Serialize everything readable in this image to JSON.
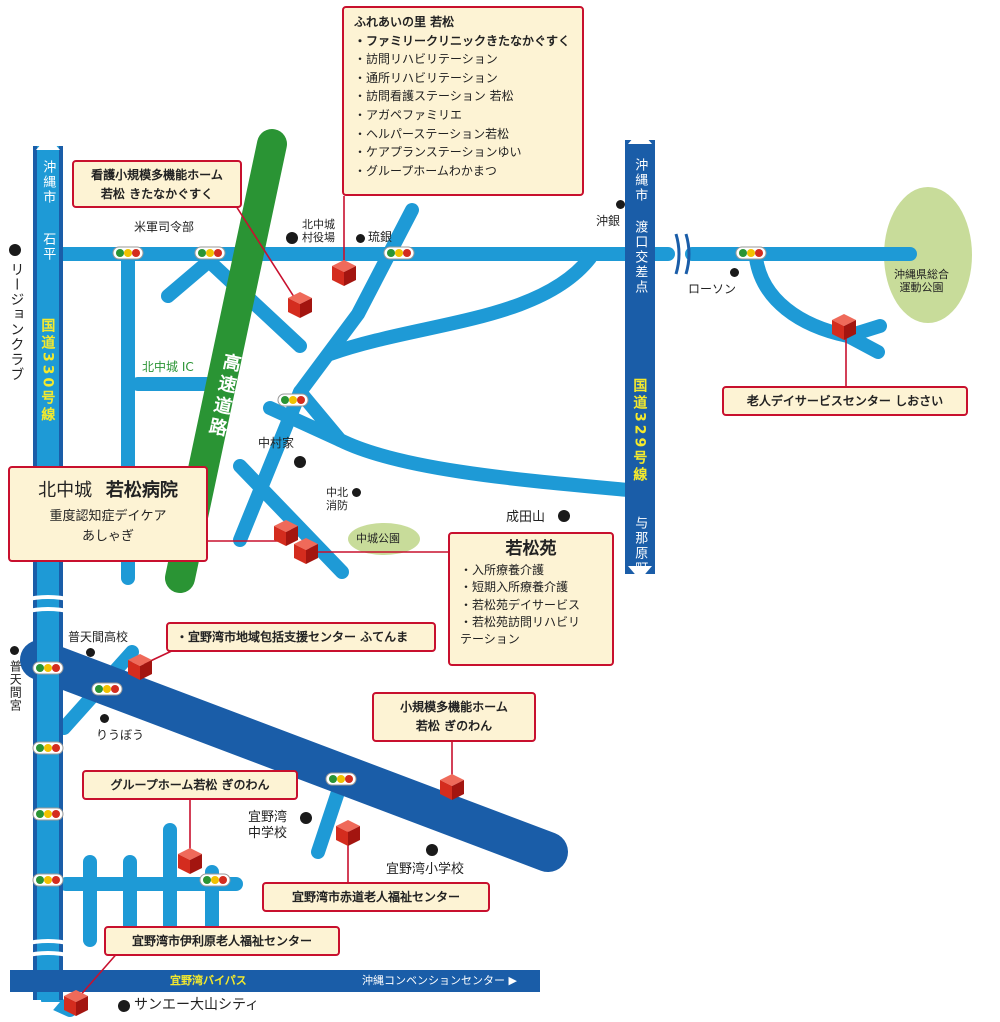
{
  "colors": {
    "road": "#1e9ad6",
    "national_road": "#1a5da8",
    "highway": "#2a9434",
    "leader": "#c8102e",
    "box_bg": "#fdf3d4",
    "box_border": "#c8102e",
    "park": "#c8dc9a",
    "building": "#d42c1e"
  },
  "roads": {
    "r330_north": "沖縄市",
    "r330_ishihira": "石平",
    "r330_name": "国道330号線",
    "r329_north": "沖縄市",
    "r329_intersection": "渡口交差点",
    "r329_name": "国道329号線",
    "r329_south": "与那原町",
    "highway": "高速道路",
    "ic": "北中城 IC",
    "bypass": "宜野湾バイパス",
    "convention": "沖縄コンベンションセンター ▶"
  },
  "landmarks": {
    "beigun": "米軍司令部",
    "village_office": "北中城\n村役場",
    "ryugin": "琉銀",
    "okigin": "沖銀",
    "lawson": "ローソン",
    "sports_park": "沖縄県総合\n運動公園",
    "nakamura": "中村家",
    "fire_station": "中北\n消防",
    "naritayama": "成田山",
    "nakagusuku_park": "中城公園",
    "region_club": "リージョンクラブ",
    "futenma_high": "普天間高校",
    "futenma_shrine": "普天間宮",
    "ryubo": "りうぼう",
    "ginowan_jhs": "宜野湾\n中学校",
    "ginowan_es": "宜野湾小学校",
    "sanei": "サンエー大山シティ"
  },
  "facilities": {
    "fureai": {
      "title": "ふれあいの里 若松",
      "items": [
        "ファミリークリニックきたなかぐすく",
        "訪問リハビリテーション",
        "通所リハビリテーション",
        "訪問看護ステーション 若松",
        "アガペファミリエ",
        "ヘルパーステーション若松",
        "ケアプランステーションゆい",
        "グループホームわかまつ"
      ]
    },
    "kantaki": {
      "line1": "看護小規模多機能ホーム",
      "line2": "若松 きたなかぐすく"
    },
    "shiosai": {
      "name": "老人デイサービスセンター しおさい"
    },
    "hospital": {
      "title_a": "北中城",
      "title_b": "若松病院",
      "sub1": "重度認知症デイケア",
      "sub2": "あしゃぎ"
    },
    "wakamatsuen": {
      "title": "若松苑",
      "items": [
        "入所療養介護",
        "短期入所療養介護",
        "若松苑デイサービス",
        "若松苑訪問リハビリ\nテーション"
      ]
    },
    "futenma_center": {
      "name": "・宜野湾市地域包括支援センター ふてんま"
    },
    "ginowan_small": {
      "line1": "小規模多機能ホーム",
      "line2": "若松 ぎのわん"
    },
    "group_home": {
      "name": "グループホーム若松 ぎのわん"
    },
    "akamichi": {
      "name": "宜野湾市赤道老人福祉センター"
    },
    "iribaru": {
      "name": "宜野湾市伊利原老人福祉センター"
    }
  }
}
